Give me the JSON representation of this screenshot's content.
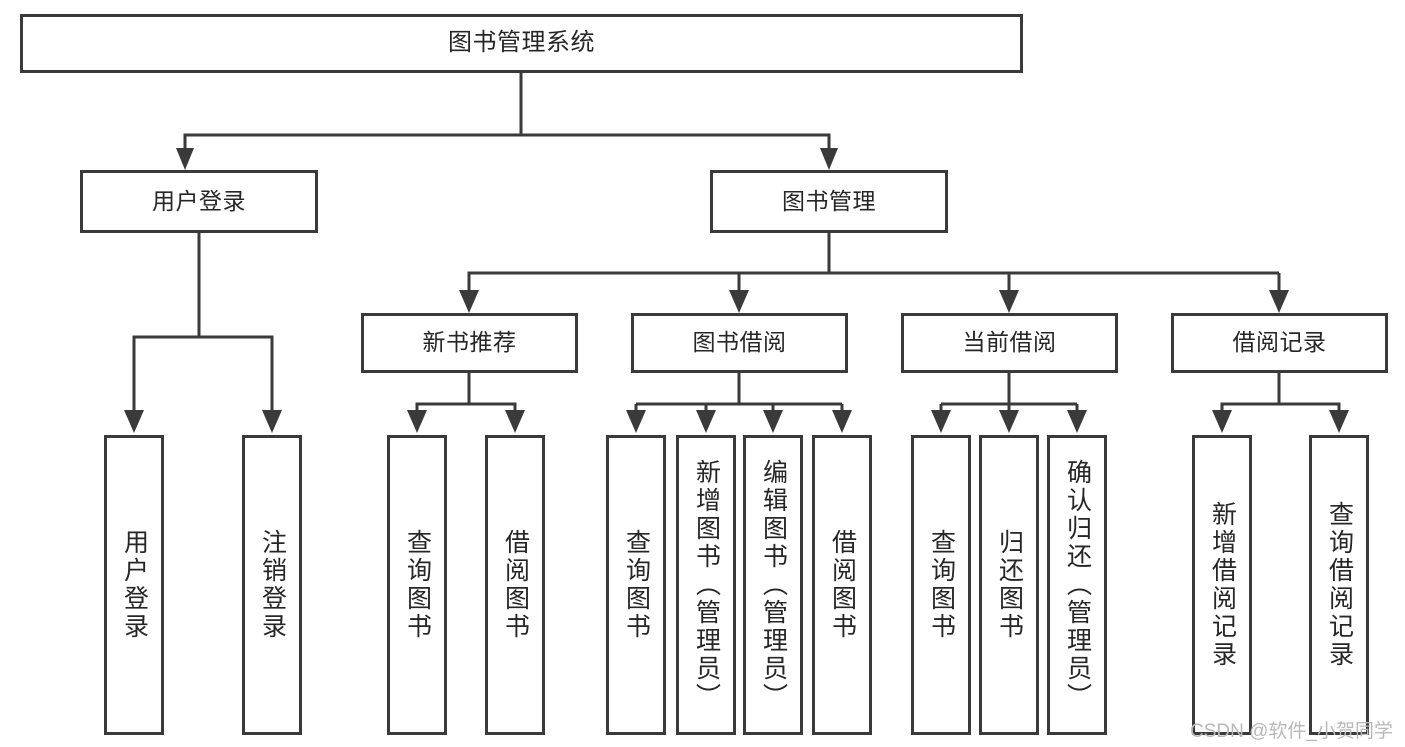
{
  "diagram": {
    "type": "tree",
    "title_node": "图书管理系统",
    "watermark": "CSDN @软件_小贺同学",
    "colors": {
      "box_border": "#3a3a3a",
      "box_fill": "#ffffff",
      "text": "#262626",
      "connector": "#3a3a3a",
      "watermark": "#b9b9b9",
      "background": "#ffffff"
    },
    "nodes": {
      "root": {
        "label": "图书管理系统"
      },
      "level1": [
        {
          "label": "用户登录"
        },
        {
          "label": "图书管理"
        }
      ],
      "level2": [
        {
          "label": "新书推荐"
        },
        {
          "label": "图书借阅"
        },
        {
          "label": "当前借阅"
        },
        {
          "label": "借阅记录"
        }
      ],
      "leaves": {
        "user_login": [
          {
            "label": "用户登录"
          },
          {
            "label": "注销登录"
          }
        ],
        "new_book_recommend": [
          {
            "label": "查询图书"
          },
          {
            "label": "借阅图书"
          }
        ],
        "book_borrow": [
          {
            "label": "查询图书"
          },
          {
            "label": "新增图书（管理员）"
          },
          {
            "label": "编辑图书（管理员）"
          },
          {
            "label": "借阅图书"
          }
        ],
        "current_borrow": [
          {
            "label": "查询图书"
          },
          {
            "label": "归还图书"
          },
          {
            "label": "确认归还（管理员）"
          }
        ],
        "borrow_record": [
          {
            "label": "新增借阅记录"
          },
          {
            "label": "查询借阅记录"
          }
        ]
      }
    }
  }
}
